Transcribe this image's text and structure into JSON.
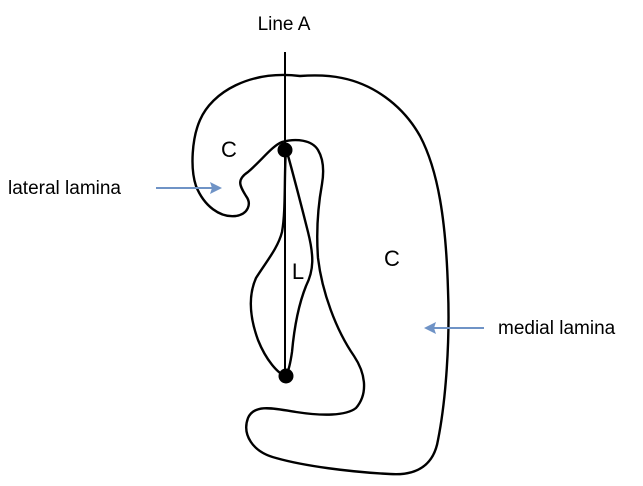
{
  "labels": {
    "line_a": "Line A",
    "cartilage_top": "C",
    "cartilage_right": "C",
    "lumen": "L",
    "lateral_lamina": "lateral lamina",
    "medial_lamina": "medial lamina"
  },
  "colors": {
    "outline": "#000000",
    "arrow": "#6f93c6",
    "background": "#ffffff"
  }
}
